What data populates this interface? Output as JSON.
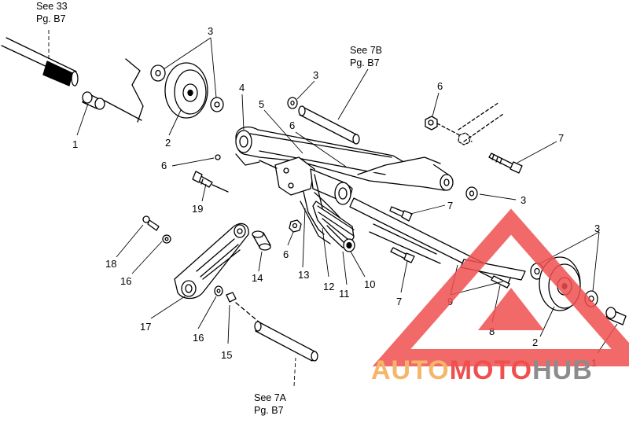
{
  "references": [
    {
      "see": "See 33",
      "page": "Pg. B7"
    },
    {
      "see": "See 7B",
      "page": "Pg. B7"
    },
    {
      "see": "See 7A",
      "page": "Pg. B7"
    }
  ],
  "callouts": [
    "1",
    "2",
    "3",
    "4",
    "5",
    "6",
    "7",
    "8",
    "9",
    "10",
    "11",
    "12",
    "13",
    "14",
    "15",
    "16",
    "17",
    "18",
    "19"
  ],
  "watermark": {
    "part1": "AUTO",
    "part2": "MOTO",
    "part3": "HUB",
    "color_orange": "#f6b66a",
    "color_red": "#ef4f4f",
    "color_gray": "#8c8c8c",
    "icon": "warning-triangle-icon"
  }
}
